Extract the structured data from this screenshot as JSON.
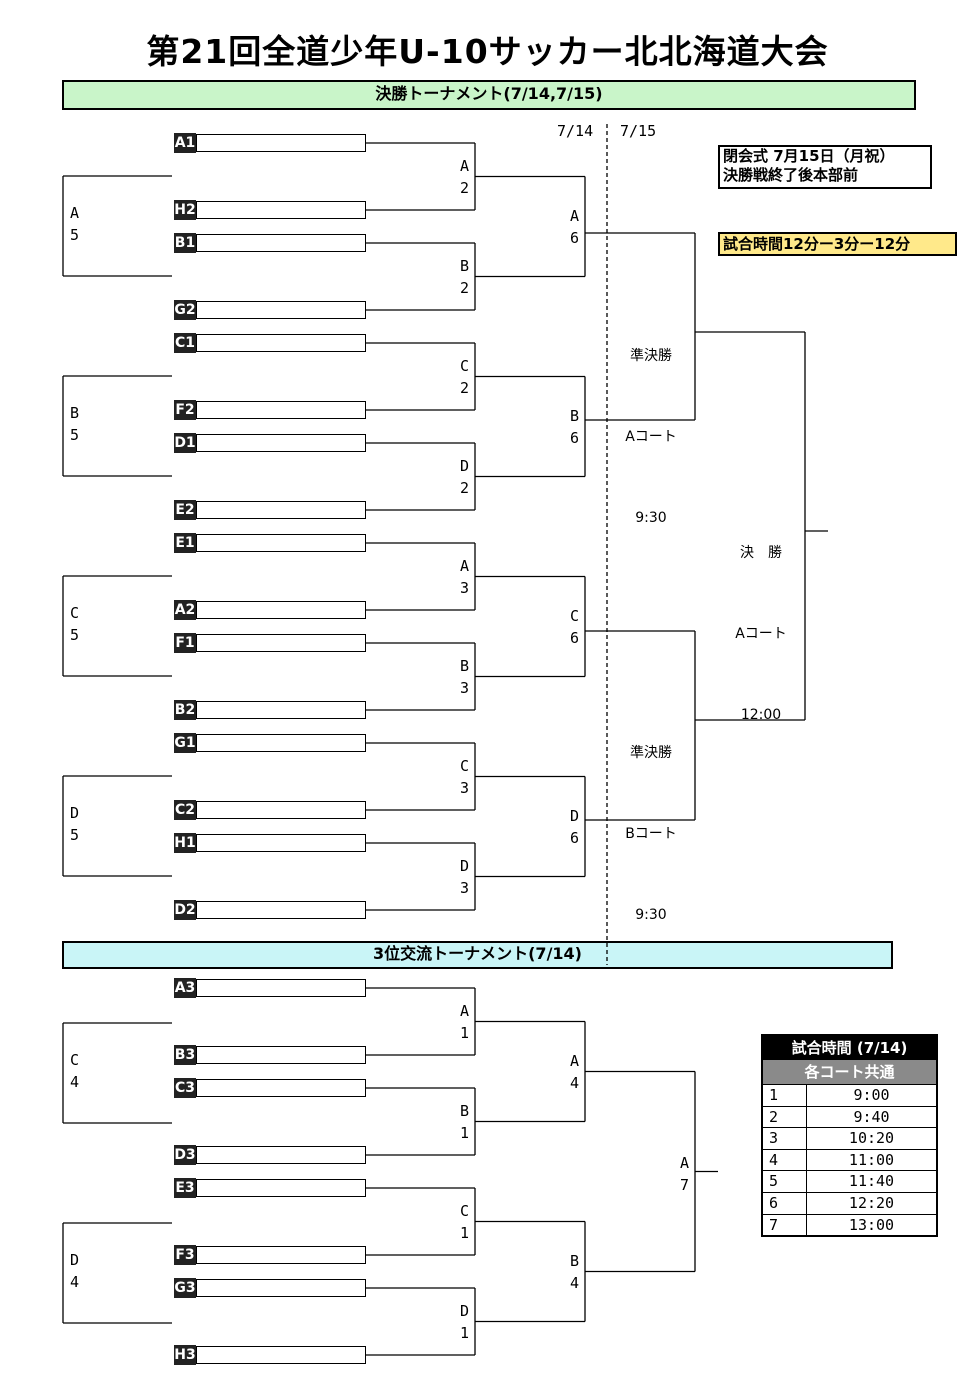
{
  "title": "第21回全道少年U-10サッカー北北海道大会",
  "final_banner": "決勝トーナメント(7/14,7/15)",
  "third_banner": "3位交流トーナメント(7/14)",
  "day1": "7/14",
  "day2": "7/15",
  "closing": {
    "line1": "閉会式 7月15日（月祝）",
    "line2": "決勝戦終了後本部前"
  },
  "match_time": "試合時間12分ー3分ー12分",
  "semi_a": {
    "l1": "準決勝",
    "l2": "Aコート",
    "l3": "9:30"
  },
  "semi_b": {
    "l1": "準決勝",
    "l2": "Bコート",
    "l3": "9:30"
  },
  "final": {
    "l1": "決　勝",
    "l2": "Aコート",
    "l3": "12:00"
  },
  "final_slots": [
    "A1",
    "H2",
    "B1",
    "G2",
    "C1",
    "F2",
    "D1",
    "E2",
    "E1",
    "A2",
    "F1",
    "B2",
    "G1",
    "C2",
    "H1",
    "D2"
  ],
  "third_slots": [
    "A3",
    "B3",
    "C3",
    "D3",
    "E3",
    "F3",
    "G3",
    "H3"
  ],
  "r1_labels": [
    {
      "a": "A",
      "b": "2"
    },
    {
      "a": "B",
      "b": "2"
    },
    {
      "a": "C",
      "b": "2"
    },
    {
      "a": "D",
      "b": "2"
    },
    {
      "a": "A",
      "b": "3"
    },
    {
      "a": "B",
      "b": "3"
    },
    {
      "a": "C",
      "b": "3"
    },
    {
      "a": "D",
      "b": "3"
    }
  ],
  "r2_labels": [
    {
      "a": "A",
      "b": "6"
    },
    {
      "a": "B",
      "b": "6"
    },
    {
      "a": "C",
      "b": "6"
    },
    {
      "a": "D",
      "b": "6"
    }
  ],
  "loser_labels": [
    {
      "a": "A",
      "b": "5"
    },
    {
      "a": "B",
      "b": "5"
    },
    {
      "a": "C",
      "b": "5"
    },
    {
      "a": "D",
      "b": "5"
    }
  ],
  "third_r1_labels": [
    {
      "a": "A",
      "b": "1"
    },
    {
      "a": "B",
      "b": "1"
    },
    {
      "a": "C",
      "b": "1"
    },
    {
      "a": "D",
      "b": "1"
    }
  ],
  "third_r2_labels": [
    {
      "a": "A",
      "b": "4"
    },
    {
      "a": "B",
      "b": "4"
    }
  ],
  "third_final_label": {
    "a": "A",
    "b": "7"
  },
  "third_loser_labels": [
    {
      "a": "C",
      "b": "4"
    },
    {
      "a": "D",
      "b": "4"
    }
  ],
  "schedule": {
    "header": "試合時間 (7/14)",
    "sub": "各コート共通",
    "rows": [
      {
        "n": "1",
        "t": "9:00"
      },
      {
        "n": "2",
        "t": "9:40"
      },
      {
        "n": "3",
        "t": "10:20"
      },
      {
        "n": "4",
        "t": "11:00"
      },
      {
        "n": "5",
        "t": "11:40"
      },
      {
        "n": "6",
        "t": "12:20"
      },
      {
        "n": "7",
        "t": "13:00"
      }
    ]
  }
}
